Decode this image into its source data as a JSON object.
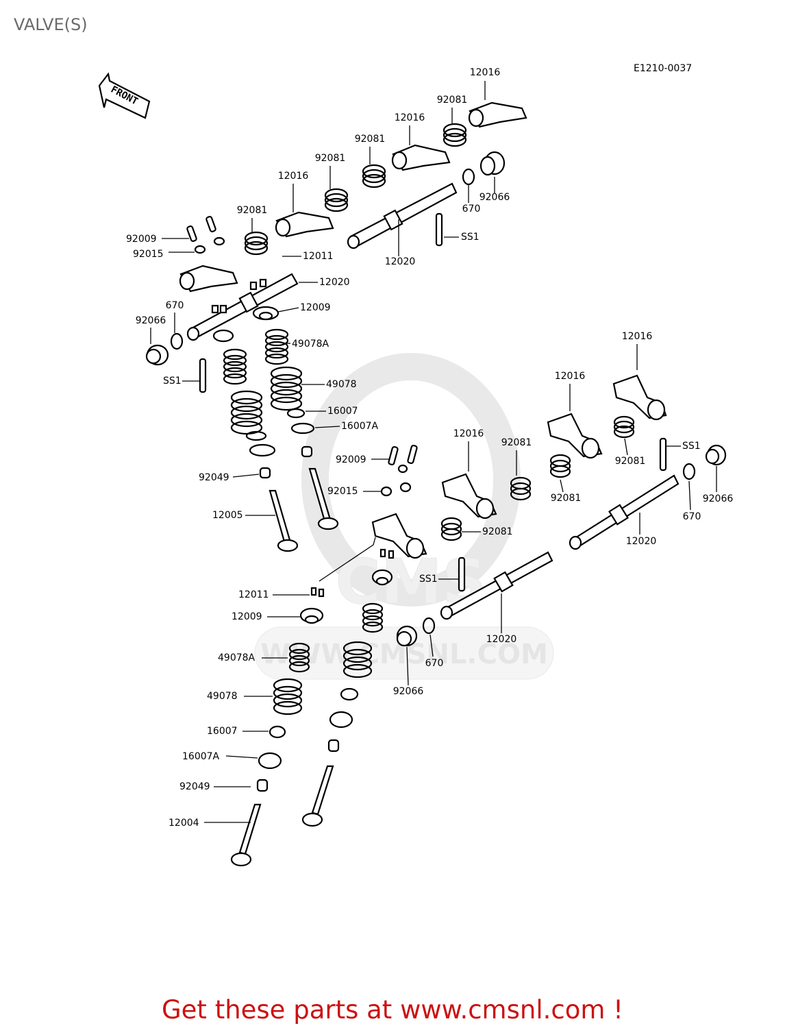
{
  "page_title": "VALVE(S)",
  "drawing_code": "E1210-0037",
  "front_arrow_label": "FRONT",
  "watermark_text": "WWW.CMSNL.COM",
  "watermark_logo_text": "CMS",
  "footer": {
    "text": "Get these parts at www.cmsnl.com !",
    "color": "#cc1111"
  },
  "parts": [
    {
      "id": "p01",
      "label": "12016"
    },
    {
      "id": "p02",
      "label": "92081"
    },
    {
      "id": "p03",
      "label": "12016"
    },
    {
      "id": "p04",
      "label": "92081"
    },
    {
      "id": "p05",
      "label": "92081"
    },
    {
      "id": "p06",
      "label": "12016"
    },
    {
      "id": "p07",
      "label": "92066"
    },
    {
      "id": "p08",
      "label": "670"
    },
    {
      "id": "p09",
      "label": "92081"
    },
    {
      "id": "p10",
      "label": "SS1"
    },
    {
      "id": "p11",
      "label": "92009"
    },
    {
      "id": "p12",
      "label": "92015"
    },
    {
      "id": "p13",
      "label": "12020"
    },
    {
      "id": "p14",
      "label": "12011"
    },
    {
      "id": "p15",
      "label": "12020"
    },
    {
      "id": "p16",
      "label": "12009"
    },
    {
      "id": "p17",
      "label": "670"
    },
    {
      "id": "p18",
      "label": "92066"
    },
    {
      "id": "p19",
      "label": "49078A"
    },
    {
      "id": "p20",
      "label": "SS1"
    },
    {
      "id": "p21",
      "label": "49078"
    },
    {
      "id": "p22",
      "label": "16007"
    },
    {
      "id": "p23",
      "label": "16007A"
    },
    {
      "id": "p24",
      "label": "92049"
    },
    {
      "id": "p25",
      "label": "12005"
    },
    {
      "id": "p26",
      "label": "12016"
    },
    {
      "id": "p27",
      "label": "12016"
    },
    {
      "id": "p28",
      "label": "12016"
    },
    {
      "id": "p29",
      "label": "92081"
    },
    {
      "id": "p30",
      "label": "92009"
    },
    {
      "id": "p31",
      "label": "92015"
    },
    {
      "id": "p32",
      "label": "92081"
    },
    {
      "id": "p33",
      "label": "SS1"
    },
    {
      "id": "p34",
      "label": "92081"
    },
    {
      "id": "p35",
      "label": "92081"
    },
    {
      "id": "p36",
      "label": "92066"
    },
    {
      "id": "p37",
      "label": "670"
    },
    {
      "id": "p38",
      "label": "12020"
    },
    {
      "id": "p39",
      "label": "SS1"
    },
    {
      "id": "p40",
      "label": "12011"
    },
    {
      "id": "p41",
      "label": "12009"
    },
    {
      "id": "p42",
      "label": "12020"
    },
    {
      "id": "p43",
      "label": "670"
    },
    {
      "id": "p44",
      "label": "49078A"
    },
    {
      "id": "p45",
      "label": "92066"
    },
    {
      "id": "p46",
      "label": "49078"
    },
    {
      "id": "p47",
      "label": "16007"
    },
    {
      "id": "p48",
      "label": "16007A"
    },
    {
      "id": "p49",
      "label": "92049"
    },
    {
      "id": "p50",
      "label": "12004"
    }
  ]
}
